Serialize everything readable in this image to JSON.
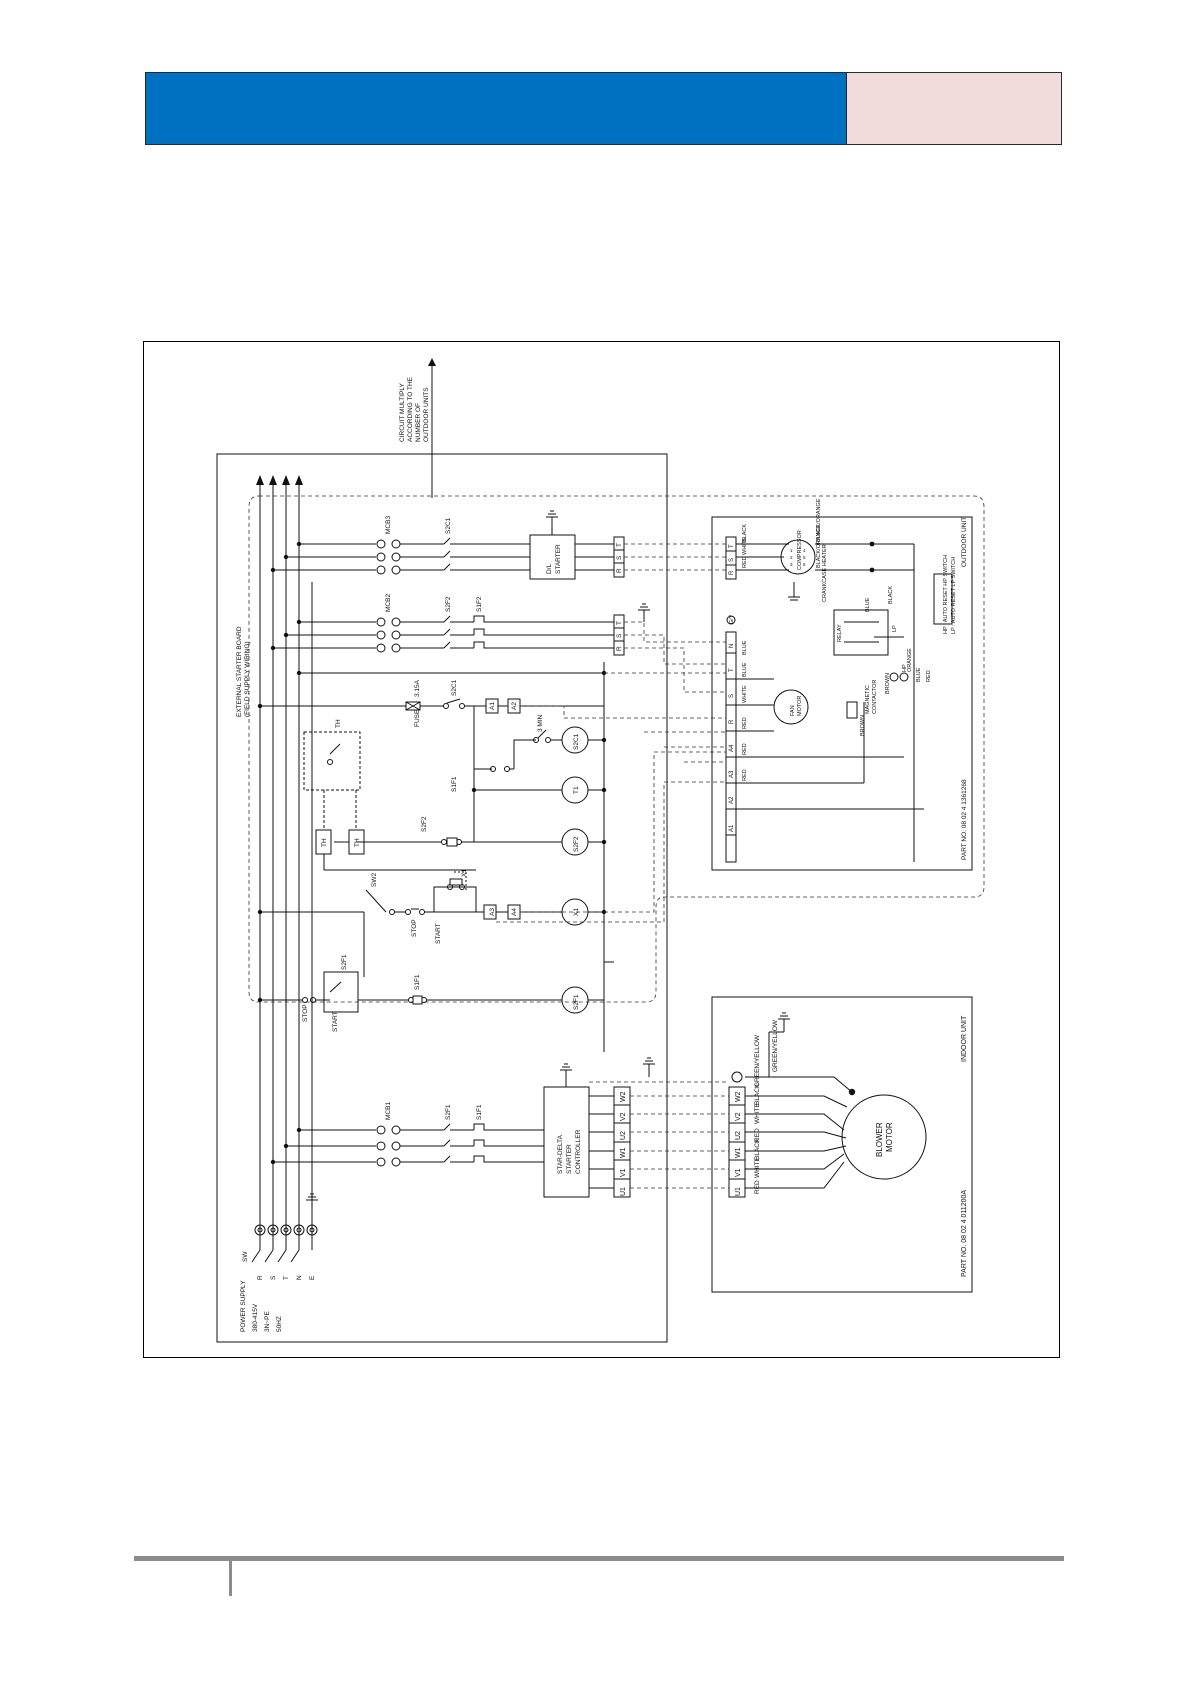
{
  "colors": {
    "header": "#0070c0",
    "header_side": "#f2dcdb",
    "rule": "#8c8c8c"
  },
  "diagram": {
    "circuit_note": [
      "CIRCUIT MULTIPLY",
      "ACCORDING TO THE",
      "NUMBER OF",
      "OUTDOOR UNITS"
    ],
    "board_title": [
      "EXTERNAL STARTER BOARD",
      "(FIELD SUPPLY WIRING)"
    ],
    "supply": {
      "title": [
        "POWER SUPPLY",
        "380-415V",
        "3N~PE",
        "50HZ"
      ],
      "switch": "SW",
      "phases": [
        "R",
        "S",
        "T",
        "N",
        "E"
      ]
    },
    "breakers": [
      "MCB3",
      "MCB2",
      "MCB1"
    ],
    "contacts": [
      "S2C1",
      "S2F2",
      "S1F2",
      "S1F1",
      "S2F1",
      "S1F1"
    ],
    "fuse": [
      "3.15A",
      "FUSE"
    ],
    "aux_contact": "S2C1",
    "timer_text": "3 MIN",
    "relays": [
      "A1",
      "A2",
      "A3",
      "A4"
    ],
    "coils": [
      "S2C1",
      "T1",
      "S2F2",
      "X1",
      "S2F1"
    ],
    "thermostat": "TH",
    "sw2": "SW2",
    "x1": "X1",
    "stop_start": [
      "STOP",
      "START"
    ],
    "dol_starter": [
      "D/L",
      "STARTER"
    ],
    "star_delta": [
      "STAR-DELTA",
      "STARTER",
      "CONTROLLER"
    ],
    "terminal_rst": [
      "R",
      "S",
      "T"
    ],
    "terminal_uvw": [
      "U1",
      "V1",
      "W1",
      "U2",
      "V2",
      "W2"
    ],
    "outdoor": {
      "title": "OUTDOOR UNIT",
      "terminals": [
        "R",
        "S",
        "T",
        "R",
        "S",
        "T",
        "N",
        "A4",
        "A3",
        "A2",
        "A1"
      ],
      "wire_colors": [
        "BLACK",
        "WHITE",
        "RED",
        "BLUE",
        "WHITE",
        "RED",
        "RED",
        "RED",
        "BLUE"
      ],
      "compressor": "COMPRESSOR",
      "coil_marks": [
        "1",
        "2",
        "3",
        "4",
        "5",
        "6"
      ],
      "crankcase": "CRANKCASE HEATER",
      "black_orange": [
        "BLACK/ORANGE",
        "BLACK/ORANGE"
      ],
      "fan_motor": [
        "FAN",
        "MOTOR"
      ],
      "relay": "RELAY",
      "magnetic_contactor": [
        "MAGNETIC",
        "CONTACTOR"
      ],
      "misc_colors": [
        "BROWN",
        "BROWN",
        "ORANGE",
        "BLUE",
        "RED",
        "BLUE",
        "BLACK"
      ],
      "hp": "HP",
      "lp": "LP",
      "ground": "G/Y",
      "switch_note": [
        "HP : AUTO RESET HP SWITCH",
        "LP : AUTO RESET LP SWITCH"
      ],
      "part_no": "PART NO. 08 02 4 1361268"
    },
    "indoor": {
      "title": "INDOOR UNIT",
      "terminals": [
        "U1",
        "V1",
        "W1",
        "U2",
        "V2",
        "W2"
      ],
      "wire_colors": [
        "RED",
        "WHITE",
        "BLACK",
        "RED",
        "WHITE",
        "BLACK",
        "GREEN/YELLOW"
      ],
      "motor": [
        "BLOWER",
        "MOTOR"
      ],
      "ground": "GREEN/YELLOW",
      "part_no": "PART NO. 08 02 4 011200A"
    }
  }
}
